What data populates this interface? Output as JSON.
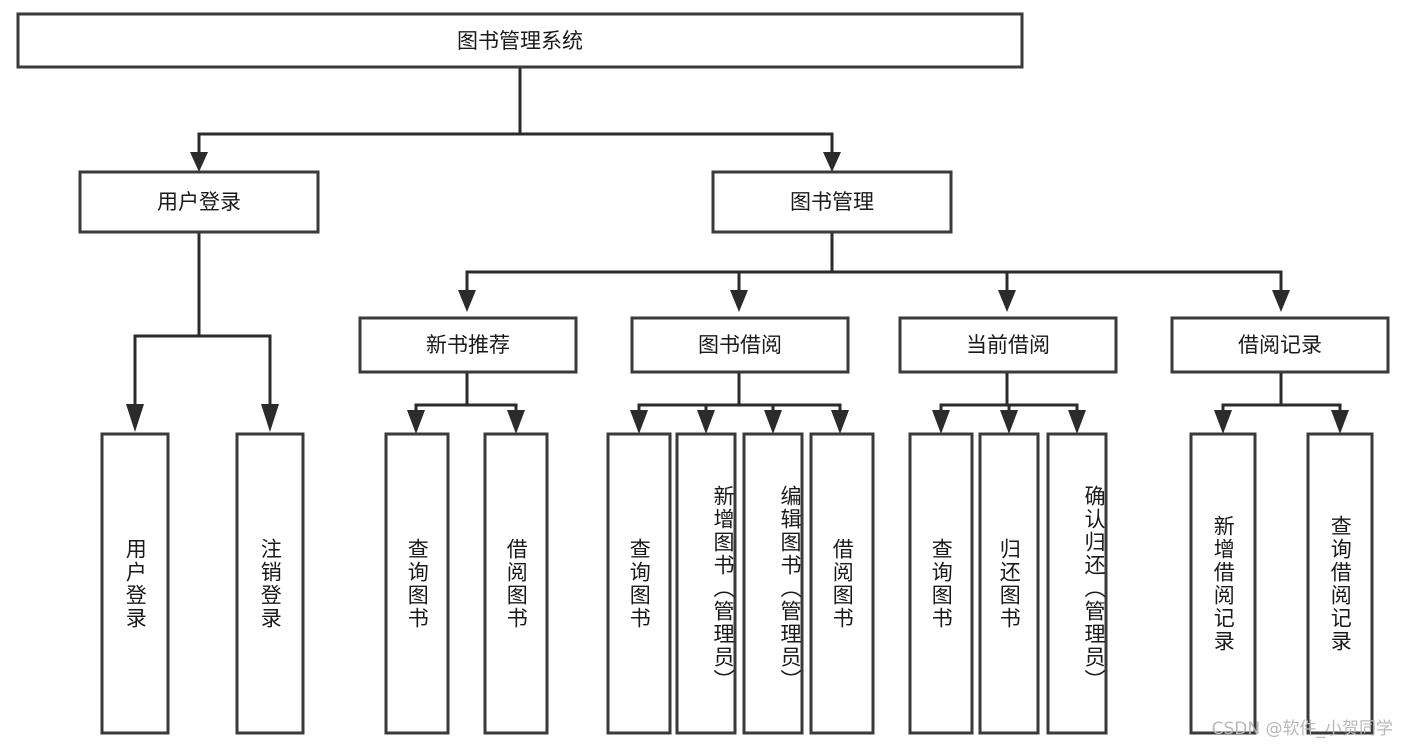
{
  "diagram": {
    "title": "图书管理系统",
    "type": "tree-hierarchy-diagram",
    "watermark": "CSDN @软件_小贺同学",
    "colors": {
      "box_stroke": "#3a3a3a",
      "box_fill": "#ffffff",
      "connector": "#2b2b2b",
      "text": "#1a1a1a",
      "watermark": "#b9b9b9",
      "background": "#ffffff"
    },
    "root": {
      "label": "图书管理系统"
    },
    "level2": [
      {
        "label": "用户登录"
      },
      {
        "label": "图书管理"
      }
    ],
    "level3": [
      {
        "label": "新书推荐"
      },
      {
        "label": "图书借阅"
      },
      {
        "label": "当前借阅"
      },
      {
        "label": "借阅记录"
      }
    ],
    "leaves": {
      "user_login": [
        {
          "label": "用户登录"
        },
        {
          "label": "注销登录"
        }
      ],
      "new_book_recommend": [
        {
          "label": "查询图书"
        },
        {
          "label": "借阅图书"
        }
      ],
      "book_borrow": [
        {
          "label": "查询图书"
        },
        {
          "label": "新增图书（管理员）"
        },
        {
          "label": "编辑图书（管理员）"
        },
        {
          "label": "借阅图书"
        }
      ],
      "current_borrow": [
        {
          "label": "查询图书"
        },
        {
          "label": "归还图书"
        },
        {
          "label": "确认归还（管理员）"
        }
      ],
      "borrow_record": [
        {
          "label": "新增借阅记录"
        },
        {
          "label": "查询借阅记录"
        }
      ]
    }
  }
}
